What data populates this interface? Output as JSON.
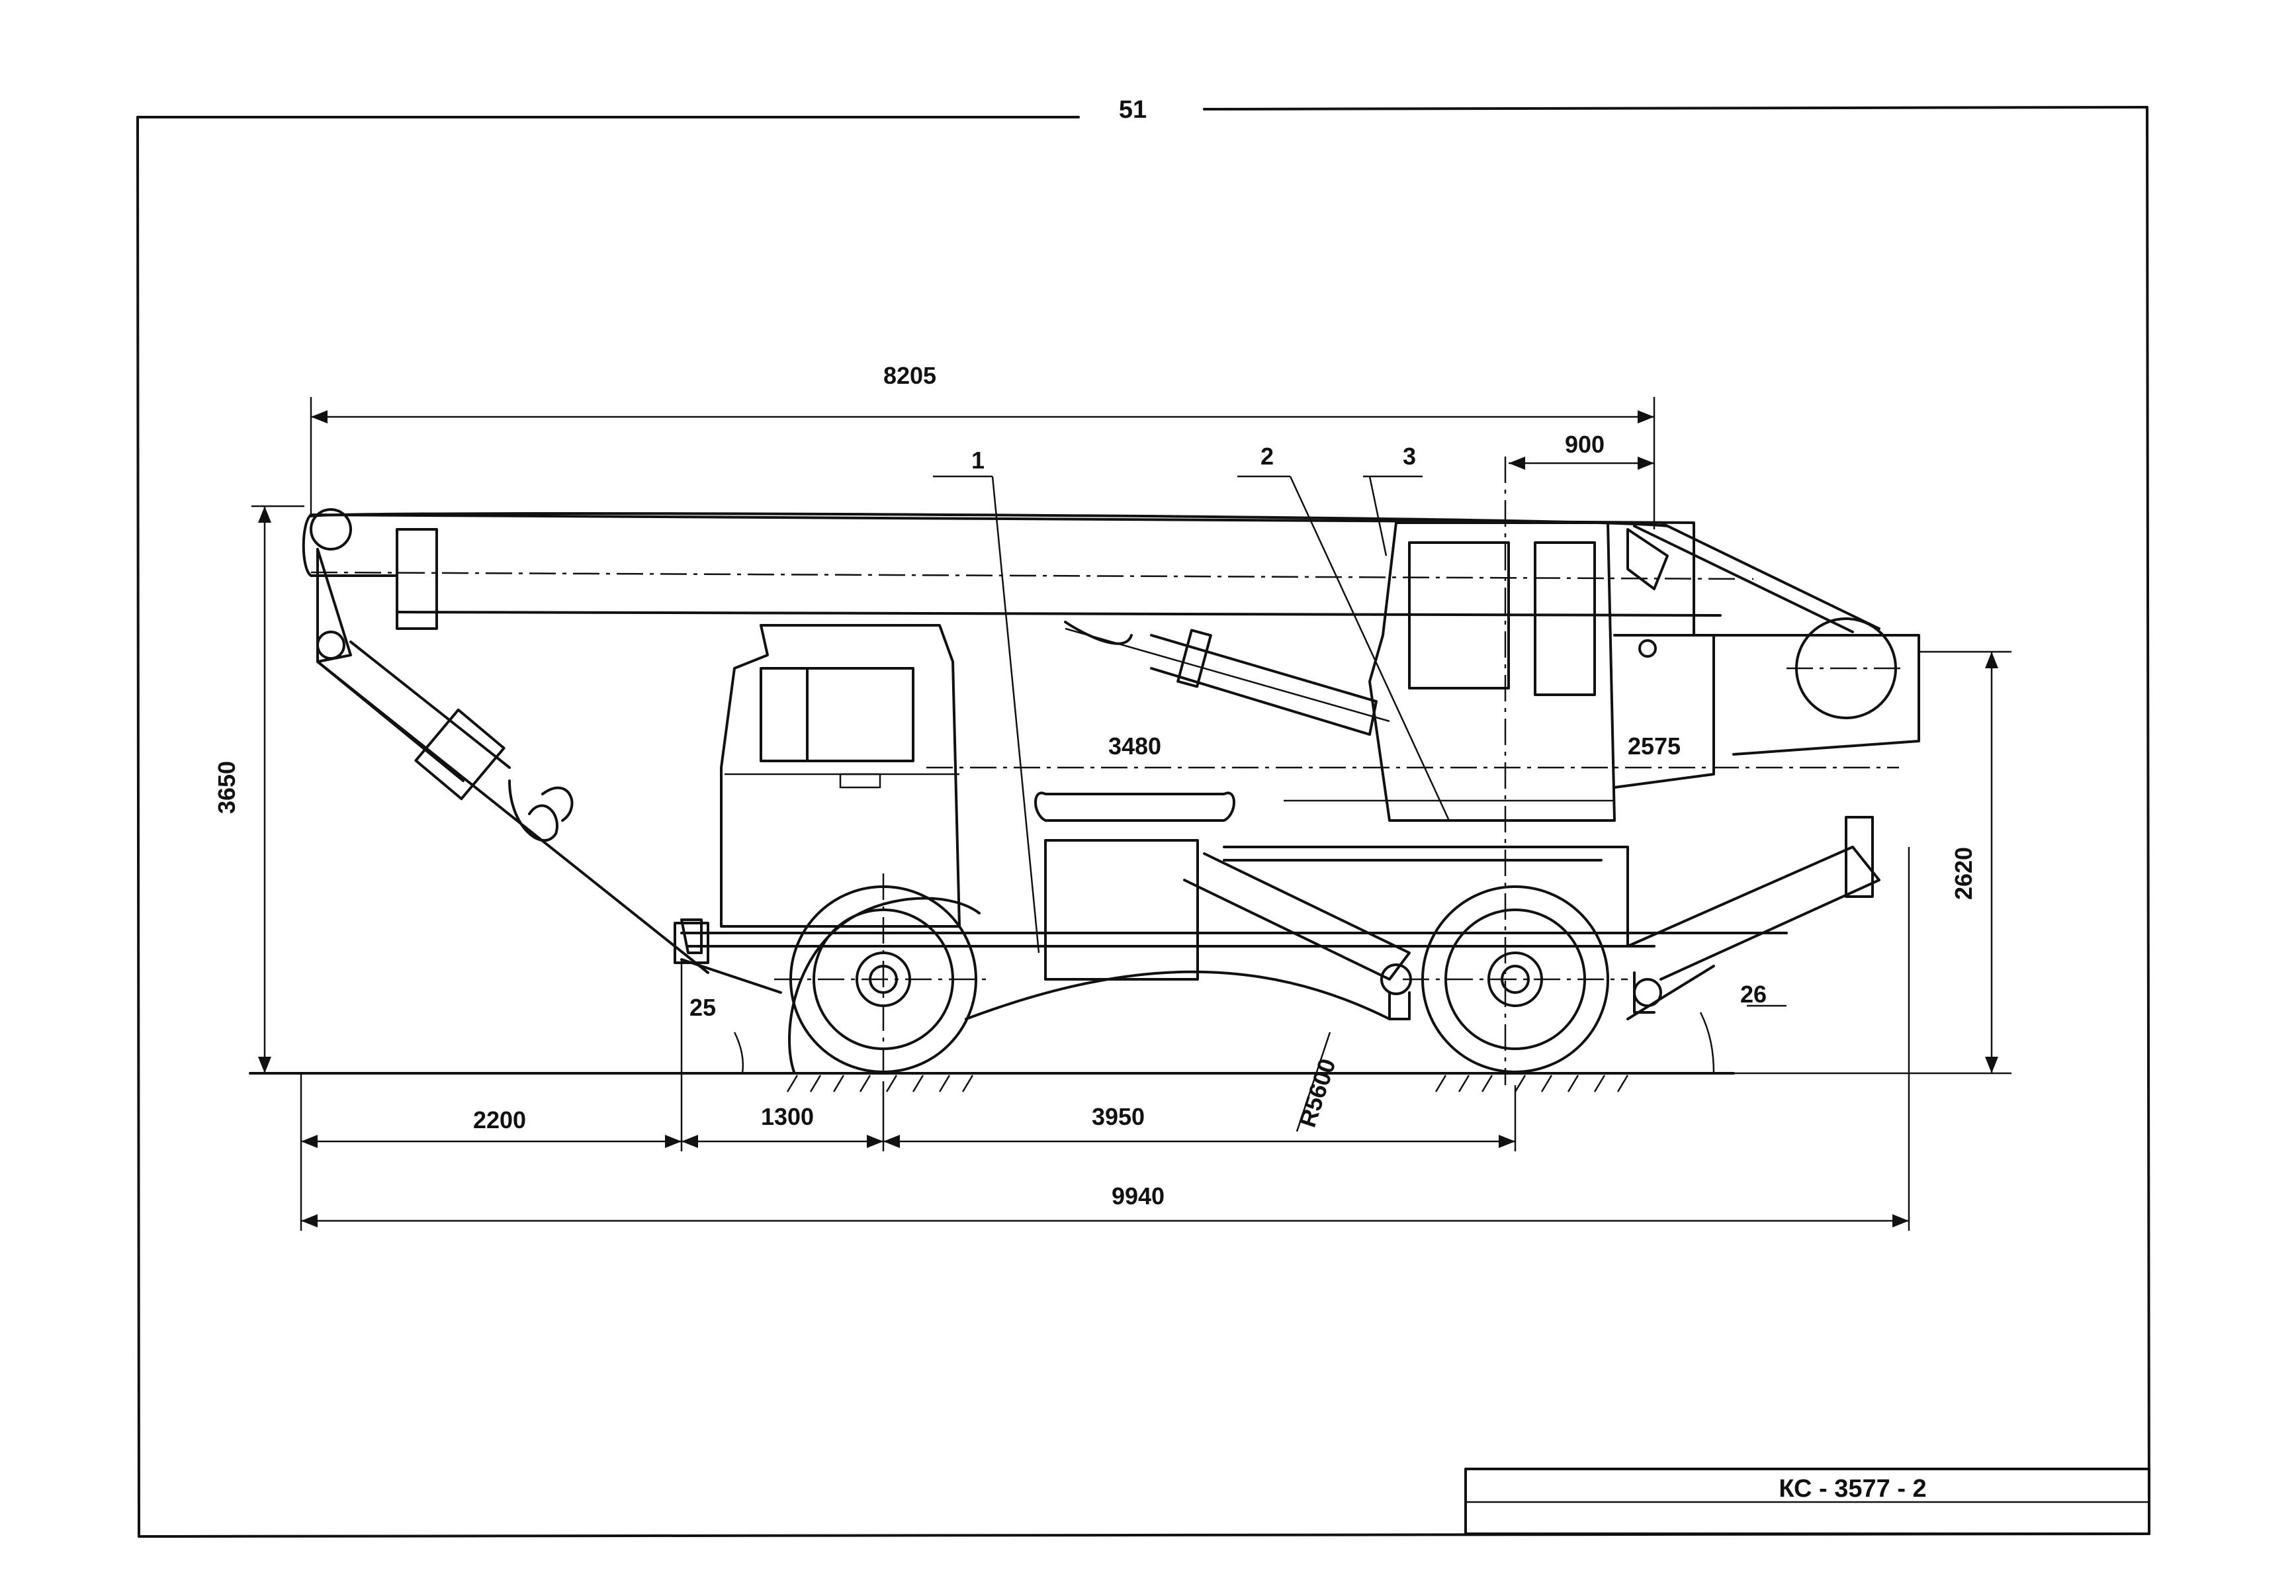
{
  "page": {
    "number": "51",
    "designation": "КС - 3577 - 2"
  },
  "dimensions": {
    "overall_boom_length": "8205",
    "cab_offset": "900",
    "overall_height": "3650",
    "rotation_height": "2620",
    "superstructure_height": "2575",
    "outrigger_spacing": "3480",
    "front_overhang": "2200",
    "front_axle_offset": "1300",
    "wheelbase": "3950",
    "overall_length": "9940",
    "radius": "R5600",
    "approach_angle": "25",
    "departure_angle": "26"
  },
  "callouts": {
    "c1": "1",
    "c2": "2",
    "c3": "3"
  },
  "colors": {
    "ink": "#111111",
    "paper": "#ffffff"
  }
}
